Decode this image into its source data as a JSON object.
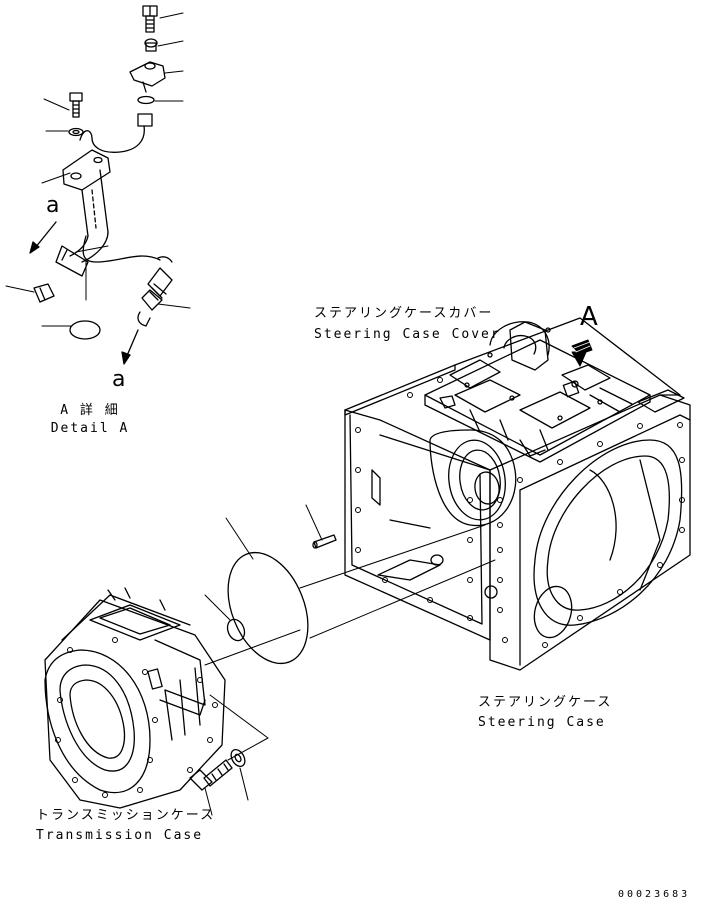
{
  "callouts": {
    "detail_ref": "A",
    "view_ref_top": "a",
    "view_ref_bottom": "a"
  },
  "detail": {
    "title_jp": "A 詳 細",
    "title_en": "Detail A"
  },
  "components": {
    "steering_case_cover": {
      "jp": "ステアリングケースカバー",
      "en": "Steering Case Cover"
    },
    "steering_case": {
      "jp": "ステアリングケース",
      "en": "Steering Case"
    },
    "transmission_case": {
      "jp": "トランスミッションケース",
      "en": "Transmission Case"
    }
  },
  "drawing_number": "00023683"
}
